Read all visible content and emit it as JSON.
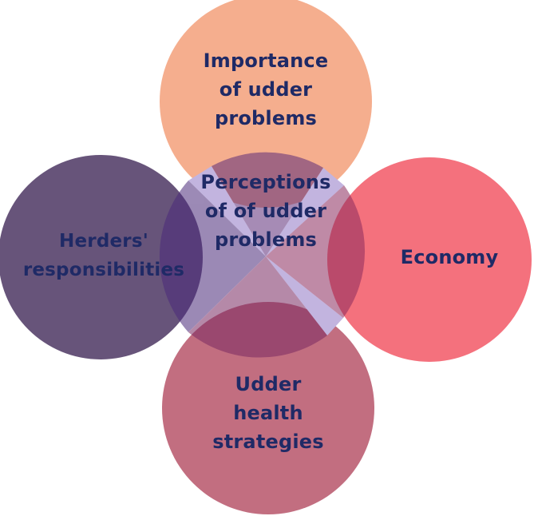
{
  "colors": {
    "top": "#f5ae8e",
    "left": "#67547a",
    "right": "#f4717d",
    "bottom": "#c26e80",
    "center": "#5e2d79",
    "gap": "#c2b4df",
    "text": "#1f2a66"
  },
  "labels": {
    "top": "Importance\nof udder\nproblems",
    "center": "Perceptions\nof  of udder\nproblems",
    "left": "Herders'\nresponsibilities",
    "right": "Economy",
    "bottom": "Udder\nhealth\nstrategies"
  }
}
